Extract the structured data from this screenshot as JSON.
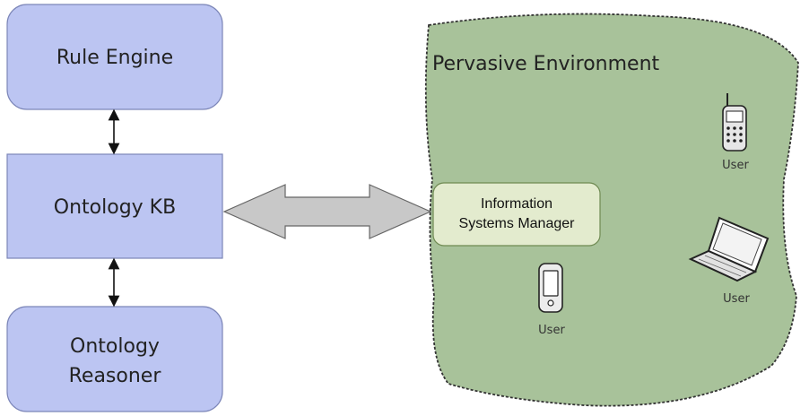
{
  "colors": {
    "box_fill": "#bcc5f2",
    "box_stroke": "#7c86b8",
    "environment_fill": "#a8c29a",
    "environment_stroke": "#333333",
    "manager_fill": "#e3ebce",
    "manager_stroke": "#6f8a52",
    "arrow_fill": "#c8c8c8",
    "arrow_stroke": "#666666"
  },
  "left_stack": {
    "rule_engine": "Rule Engine",
    "ontology_kb": "Ontology KB",
    "ontology_reasoner": [
      "Ontology",
      "Reasoner"
    ]
  },
  "environment": {
    "title": "Pervasive Environment",
    "manager": [
      "Information",
      "Systems Manager"
    ],
    "users": [
      {
        "device": "mobile-phone",
        "label": "User"
      },
      {
        "device": "laptop",
        "label": "User"
      },
      {
        "device": "pda",
        "label": "User"
      }
    ]
  }
}
